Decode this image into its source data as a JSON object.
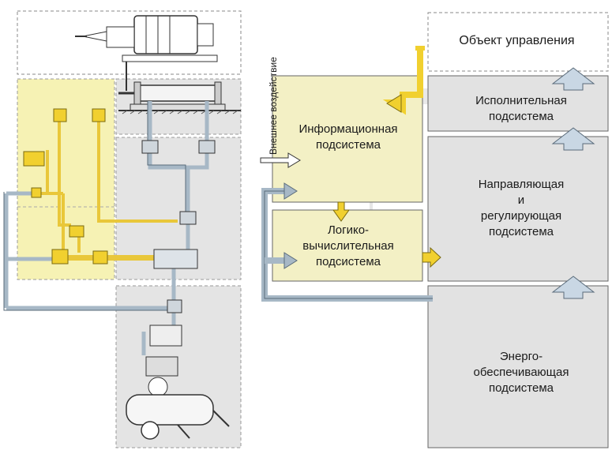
{
  "external_influence": "Внешнее воздействие",
  "subsystems": {
    "control_object": [
      "Объект управления"
    ],
    "executive": [
      "Исполнительная",
      "подсистема"
    ],
    "information": [
      "Информационная",
      "подсистема"
    ],
    "guiding": [
      "Направляющая",
      "и",
      "регулирующая",
      "подсистема"
    ],
    "logic": [
      "Логико-",
      "вычислительная",
      "подсистема"
    ],
    "energy": [
      "Энерго-",
      "обеспечивающая",
      "подсистема"
    ]
  },
  "colors": {
    "yellow_zone": "#f6f2b4",
    "yellow_pipe": "#e9c73a",
    "grey_zone": "#e2e2e2",
    "blue_pipe": "#a7b8c6",
    "arrow_blue": "#c9d7e4",
    "arrow_yellow": "#f1d02f",
    "outline": "#5a5a5a"
  }
}
